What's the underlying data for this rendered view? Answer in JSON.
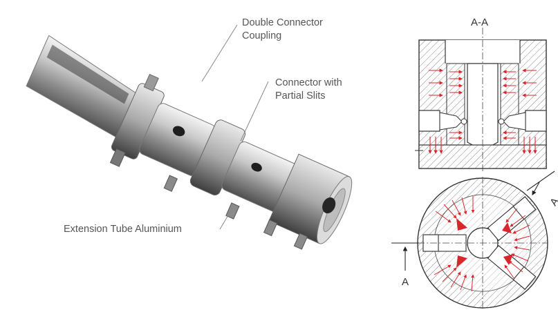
{
  "labels": {
    "coupling_line1": "Double Connector",
    "coupling_line2": "Coupling",
    "connector_line1": "Connector with",
    "connector_line2": "Partial Slits",
    "extension": "Extension Tube Aluminium"
  },
  "section": {
    "title": "A-A",
    "marker_left": "A",
    "marker_right": "A"
  },
  "colors": {
    "force_arrows": "#d9262c",
    "outline": "#333333",
    "metal_dark": "#4a4a4a",
    "metal_light": "#e6e6e6"
  }
}
